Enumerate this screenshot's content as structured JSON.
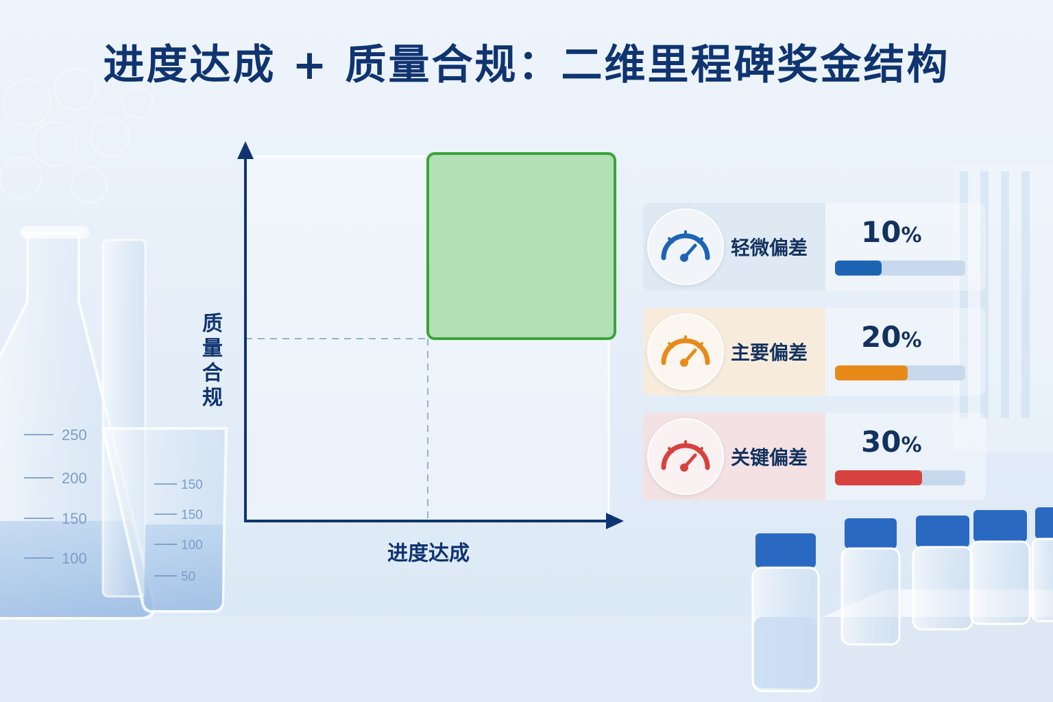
{
  "title": "进度达成 + 质量合规：二维里程碑奖金结构",
  "axes": {
    "y_label": "质量合规",
    "x_label": "进度达成"
  },
  "highlight_quadrant": "top-right",
  "colors": {
    "axis": "#0f3470",
    "highlight_fill": "#a8dca8",
    "highlight_border": "#3aa33a",
    "divider": "#8fb3d8",
    "minor": "#1e64b4",
    "major": "#e88a1a",
    "critical": "#d8413e"
  },
  "beaker_scale": {
    "flask": [
      "250",
      "200",
      "150",
      "100"
    ],
    "beaker": [
      "150",
      "150",
      "100",
      "50"
    ]
  },
  "deviations": [
    {
      "label": "轻微偏差",
      "value": "10",
      "unit": "%",
      "level": 0.36,
      "color": "#1e64b4",
      "tint": "#dfe9f4",
      "icon": "speedometer-icon"
    },
    {
      "label": "主要偏差",
      "value": "20",
      "unit": "%",
      "level": 0.56,
      "color": "#e88a1a",
      "tint": "#f7ecdc",
      "icon": "speedometer-icon"
    },
    {
      "label": "关键偏差",
      "value": "30",
      "unit": "%",
      "level": 0.67,
      "color": "#d8413e",
      "tint": "#f4e1e3",
      "icon": "speedometer-icon"
    }
  ]
}
